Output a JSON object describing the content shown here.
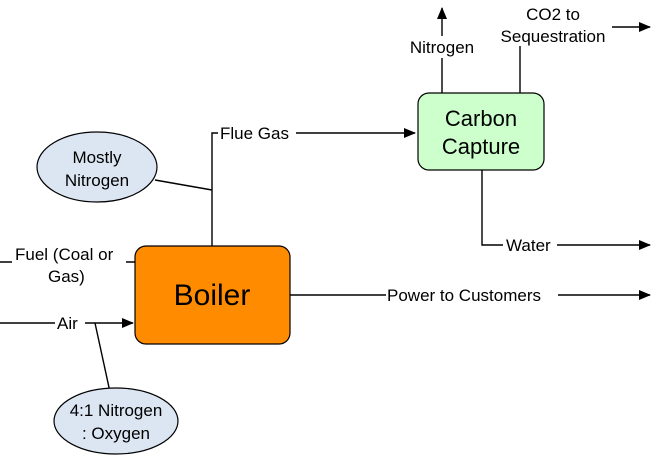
{
  "nodes": {
    "boiler": {
      "label": "Boiler",
      "fill": "#FF8C00"
    },
    "carbon_capture": {
      "line1": "Carbon",
      "line2": "Capture",
      "fill": "#CCFFCC"
    },
    "mostly_nitrogen": {
      "line1": "Mostly",
      "line2": "Nitrogen",
      "fill": "#DCE6F2"
    },
    "nitrogen_oxygen": {
      "line1": "4:1 Nitrogen",
      "line2": ": Oxygen",
      "fill": "#DCE6F2"
    }
  },
  "flows": {
    "flue_gas": "Flue Gas",
    "nitrogen": "Nitrogen",
    "co2_line1": "CO2 to",
    "co2_line2": "Sequestration",
    "water": "Water",
    "power": "Power to Customers",
    "fuel_line1": "Fuel (Coal or",
    "fuel_line2": "Gas)",
    "air": "Air"
  }
}
